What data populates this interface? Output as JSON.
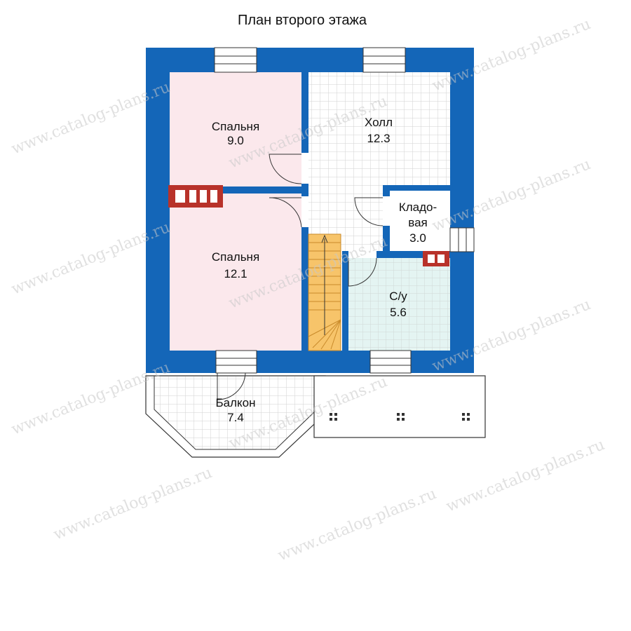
{
  "title": "План второго этажа",
  "rooms": {
    "bedroom_top": {
      "name": "Спальня",
      "area": "9.0"
    },
    "hall": {
      "name": "Холл",
      "area": "12.3"
    },
    "storage": {
      "name_line1": "Кладо-",
      "name_line2": "вая",
      "area": "3.0"
    },
    "bedroom_bottom": {
      "name": "Спальня",
      "area": "12.1"
    },
    "bathroom": {
      "name": "С/у",
      "area": "5.6"
    },
    "balcony": {
      "name": "Балкон",
      "area": "7.4"
    }
  },
  "watermark": "www.catalog-plans.ru",
  "colors": {
    "wall": "#1466b8",
    "bedroom_fill": "#fbe8ec",
    "bathroom_fill": "#e4f4f2",
    "stair_fill": "#f7c46a",
    "chimney": "#b8322a",
    "grid_line": "#d4d4d4"
  }
}
